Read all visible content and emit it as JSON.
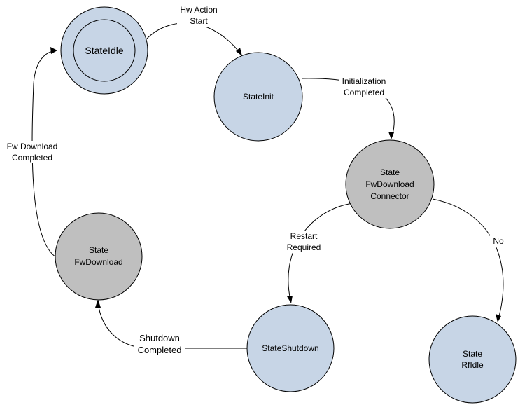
{
  "colors": {
    "state_blue": "#c7d5e6",
    "state_gray": "#bfbfbf",
    "line": "#000000"
  },
  "nodes": {
    "state_idle": {
      "lines": [
        "StateIdle"
      ]
    },
    "state_init": {
      "lines": [
        "StateInit"
      ]
    },
    "fw_download_connector": {
      "lines": [
        "State",
        "FwDownload",
        "Connector"
      ]
    },
    "state_shutdown": {
      "lines": [
        "StateShutdown"
      ]
    },
    "rf_idle": {
      "lines": [
        "State",
        "RfIdle"
      ]
    },
    "fw_download": {
      "lines": [
        "State",
        "FwDownload"
      ]
    }
  },
  "edges": {
    "hw_action": {
      "lines": [
        "Hw Action",
        "Start"
      ]
    },
    "init_completed": {
      "lines": [
        "Initialization",
        "Completed"
      ]
    },
    "restart_required": {
      "lines": [
        "Restart",
        "Required"
      ]
    },
    "no": {
      "lines": [
        "No"
      ]
    },
    "shutdown_completed": {
      "lines": [
        "Shutdown",
        "Completed"
      ]
    },
    "fw_download_completed": {
      "lines": [
        "Fw Download",
        "Completed"
      ]
    }
  }
}
